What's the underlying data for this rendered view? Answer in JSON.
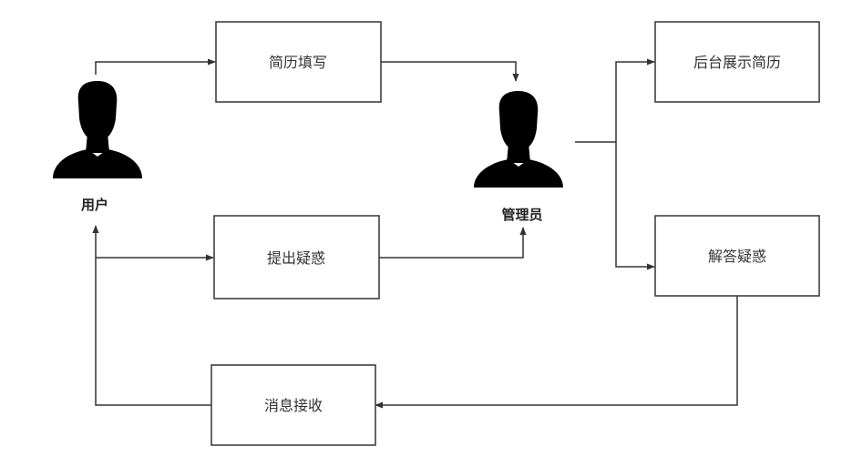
{
  "actors": {
    "user": "用户",
    "admin": "管理员"
  },
  "boxes": {
    "fill_resume": "简历填写",
    "raise_question": "提出疑惑",
    "receive_message": "消息接收",
    "show_resume": "后台展示简历",
    "answer_question": "解答疑惑"
  }
}
